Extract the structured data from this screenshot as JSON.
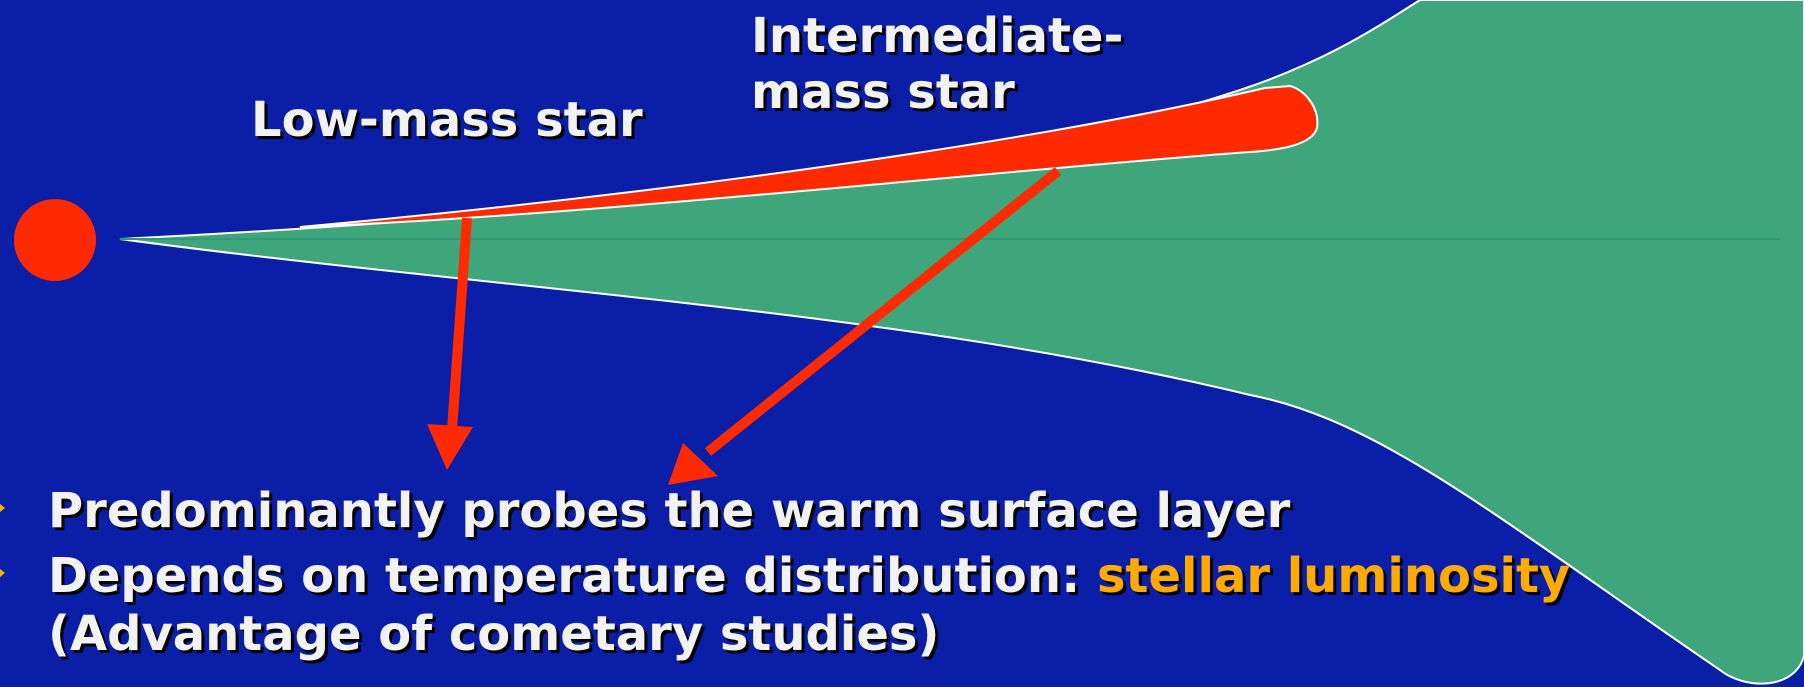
{
  "labels": {
    "low_mass": "Low-mass star",
    "intermediate_line1": "Intermediate-",
    "intermediate_line2": "mass star"
  },
  "bullets": [
    {
      "text": "Predominantly probes the warm surface layer"
    },
    {
      "text": "Depends on temperature distribution: ",
      "highlight": "stellar luminosity",
      "line2": "(Advantage of cometary studies)"
    }
  ],
  "colors": {
    "background": "#0a1ea8",
    "disk": "#3fa57a",
    "surface_layer": "#ff2a00",
    "star": "#ff2a00",
    "arrow": "#ff2a00",
    "highlight": "#ffaa00",
    "bullet_marker": "#f0b400"
  }
}
